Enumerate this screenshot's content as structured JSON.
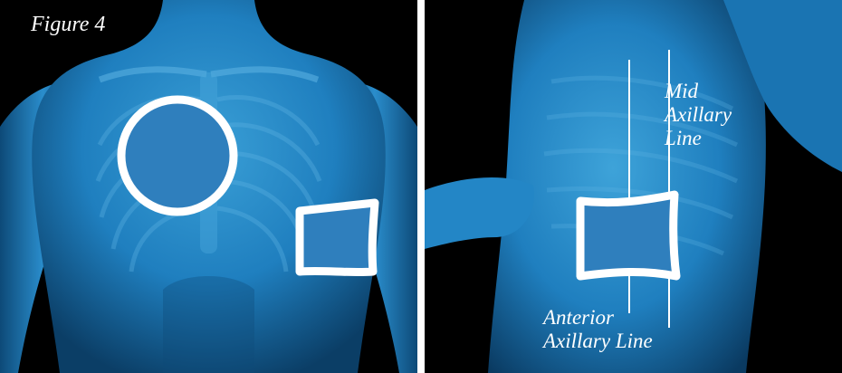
{
  "figure_label": "Figure 4",
  "mid_axillary": {
    "line1": "Mid",
    "line2": "Axillary",
    "line3": "Line"
  },
  "anterior_axillary": {
    "line1": "Anterior",
    "line2": "Axillary Line"
  },
  "colors": {
    "background": "#000000",
    "body": "#1e7fc0",
    "pad": "#2f7fbd",
    "outline": "#ffffff"
  }
}
